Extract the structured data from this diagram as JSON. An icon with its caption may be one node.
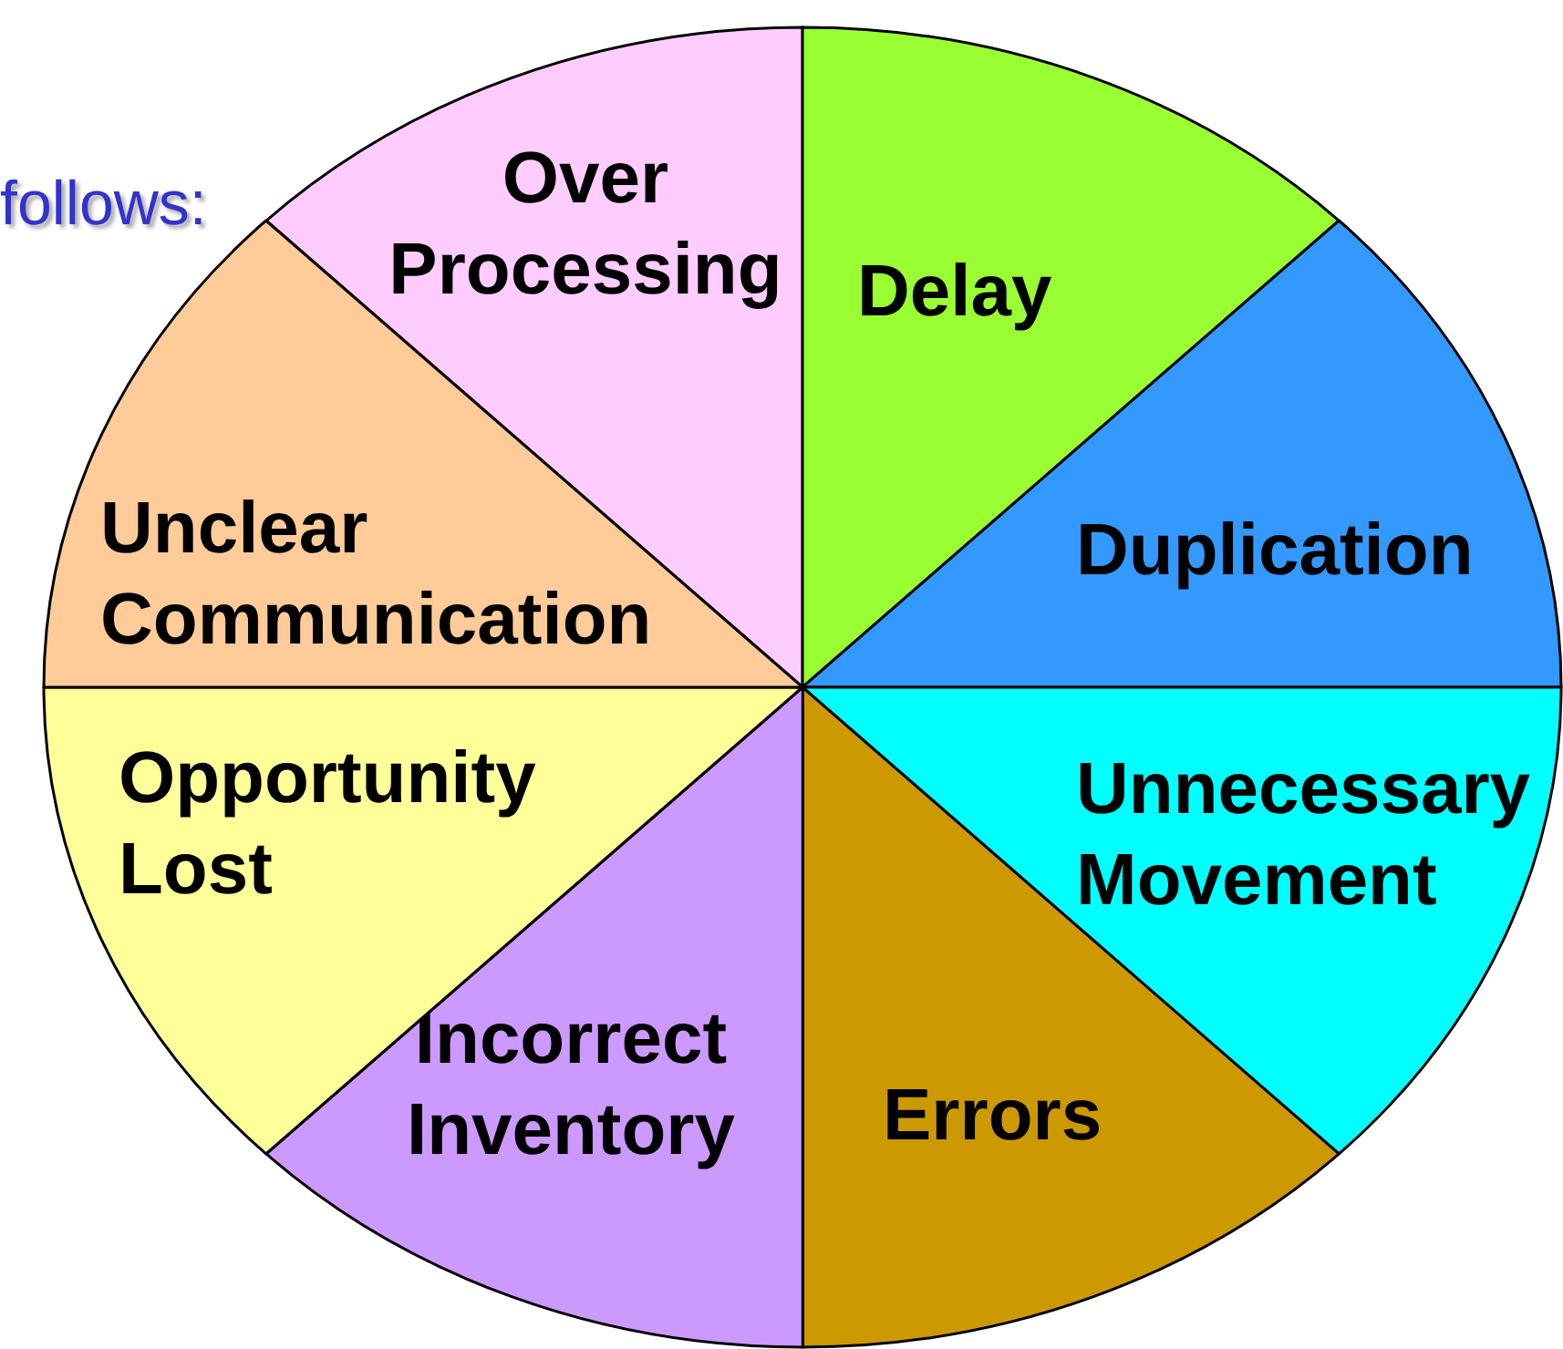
{
  "diagram": {
    "nodes": [
      {
        "text": [
          "Over Processing"
        ]
      },
      {
        "text": [
          "Delay"
        ]
      },
      {
        "text": [
          "Duplication"
        ]
      },
      {
        "text": [
          "Unnecessary Movement"
        ]
      },
      {
        "text": [
          "Errors"
        ]
      },
      {
        "text": [
          "Incorrect Inventory"
        ]
      },
      {
        "text": [
          "Opportunity Lost"
        ]
      },
      {
        "text": [
          "Unclear Communication"
        ]
      }
    ],
    "labels": [
      "follows:"
    ]
  }
}
